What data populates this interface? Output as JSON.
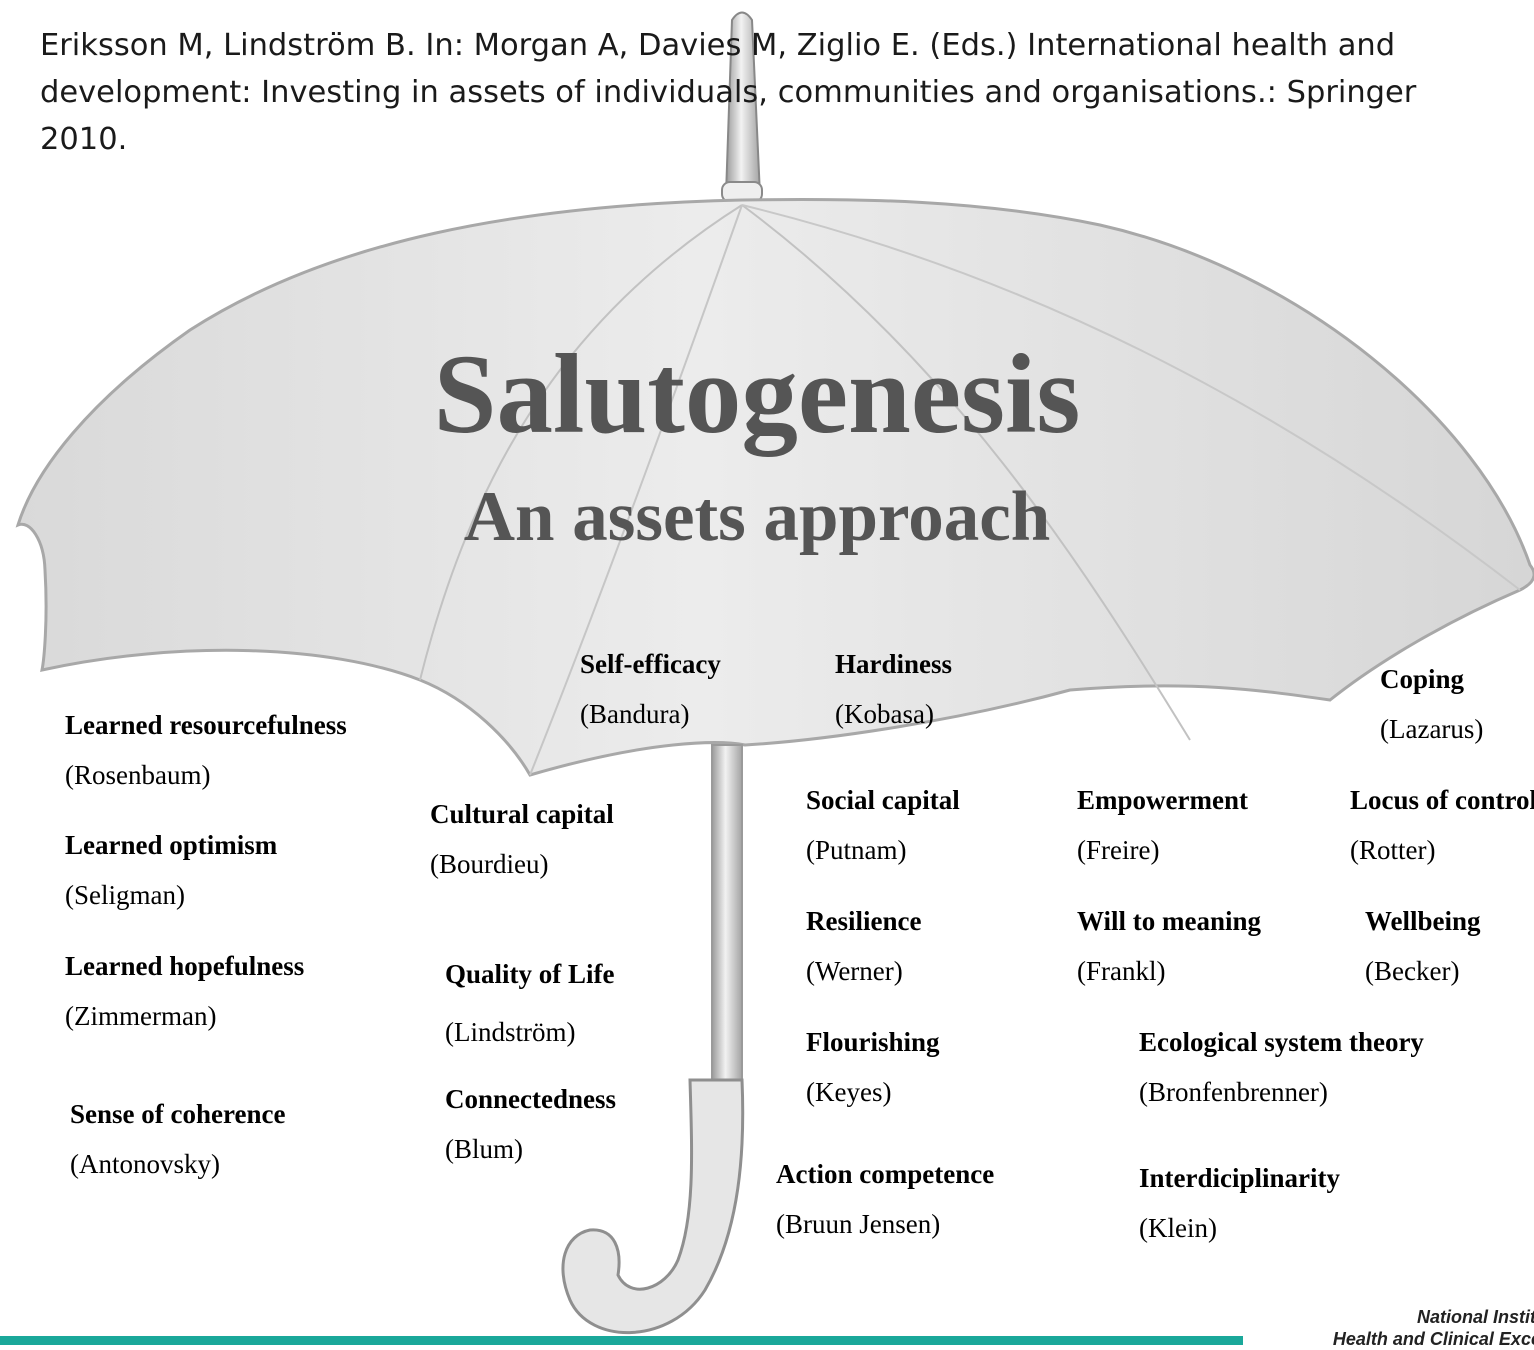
{
  "citation": "Eriksson M, Lindström B. In: Morgan A, Davies M, Ziglio E. (Eds.) International health and\ndevelopment: Investing in assets of individuals, communities and organisations.: Springer\n2010.",
  "title": "Salutogenesis",
  "subtitle": "An assets approach",
  "concepts": [
    {
      "name": "Learned resourcefulness",
      "author": "(Rosenbaum)"
    },
    {
      "name": "Learned optimism",
      "author": "(Seligman)"
    },
    {
      "name": "Learned hopefulness",
      "author": "(Zimmerman)"
    },
    {
      "name": "Sense of coherence",
      "author": "(Antonovsky)"
    },
    {
      "name": "Self-efficacy",
      "author": "(Bandura)"
    },
    {
      "name": "Cultural capital",
      "author": "(Bourdieu)"
    },
    {
      "name": "Quality of Life",
      "author": "(Lindström)"
    },
    {
      "name": "Connectedness",
      "author": "(Blum)"
    },
    {
      "name": "Hardiness",
      "author": "(Kobasa)"
    },
    {
      "name": "Social capital",
      "author": "(Putnam)"
    },
    {
      "name": "Resilience",
      "author": "(Werner)"
    },
    {
      "name": "Flourishing",
      "author": "(Keyes)"
    },
    {
      "name": "Action competence",
      "author": "(Bruun Jensen)"
    },
    {
      "name": "Empowerment",
      "author": "(Freire)"
    },
    {
      "name": "Will to meaning",
      "author": "(Frankl)"
    },
    {
      "name": "Ecological system theory",
      "author": "(Bronfenbrenner)"
    },
    {
      "name": "Interdiciplinarity",
      "author": "(Klein)"
    },
    {
      "name": "Coping",
      "author": "(Lazarus)"
    },
    {
      "name": "Locus of control",
      "author": "(Rotter)"
    },
    {
      "name": "Wellbeing",
      "author": "(Becker)"
    }
  ],
  "footer_org": "National Institute for\nHealth and Clinical Excellence",
  "colors": {
    "accent_bar": "#1aa89a",
    "canopy": "#e2e2e2",
    "title_text": "#555555"
  }
}
